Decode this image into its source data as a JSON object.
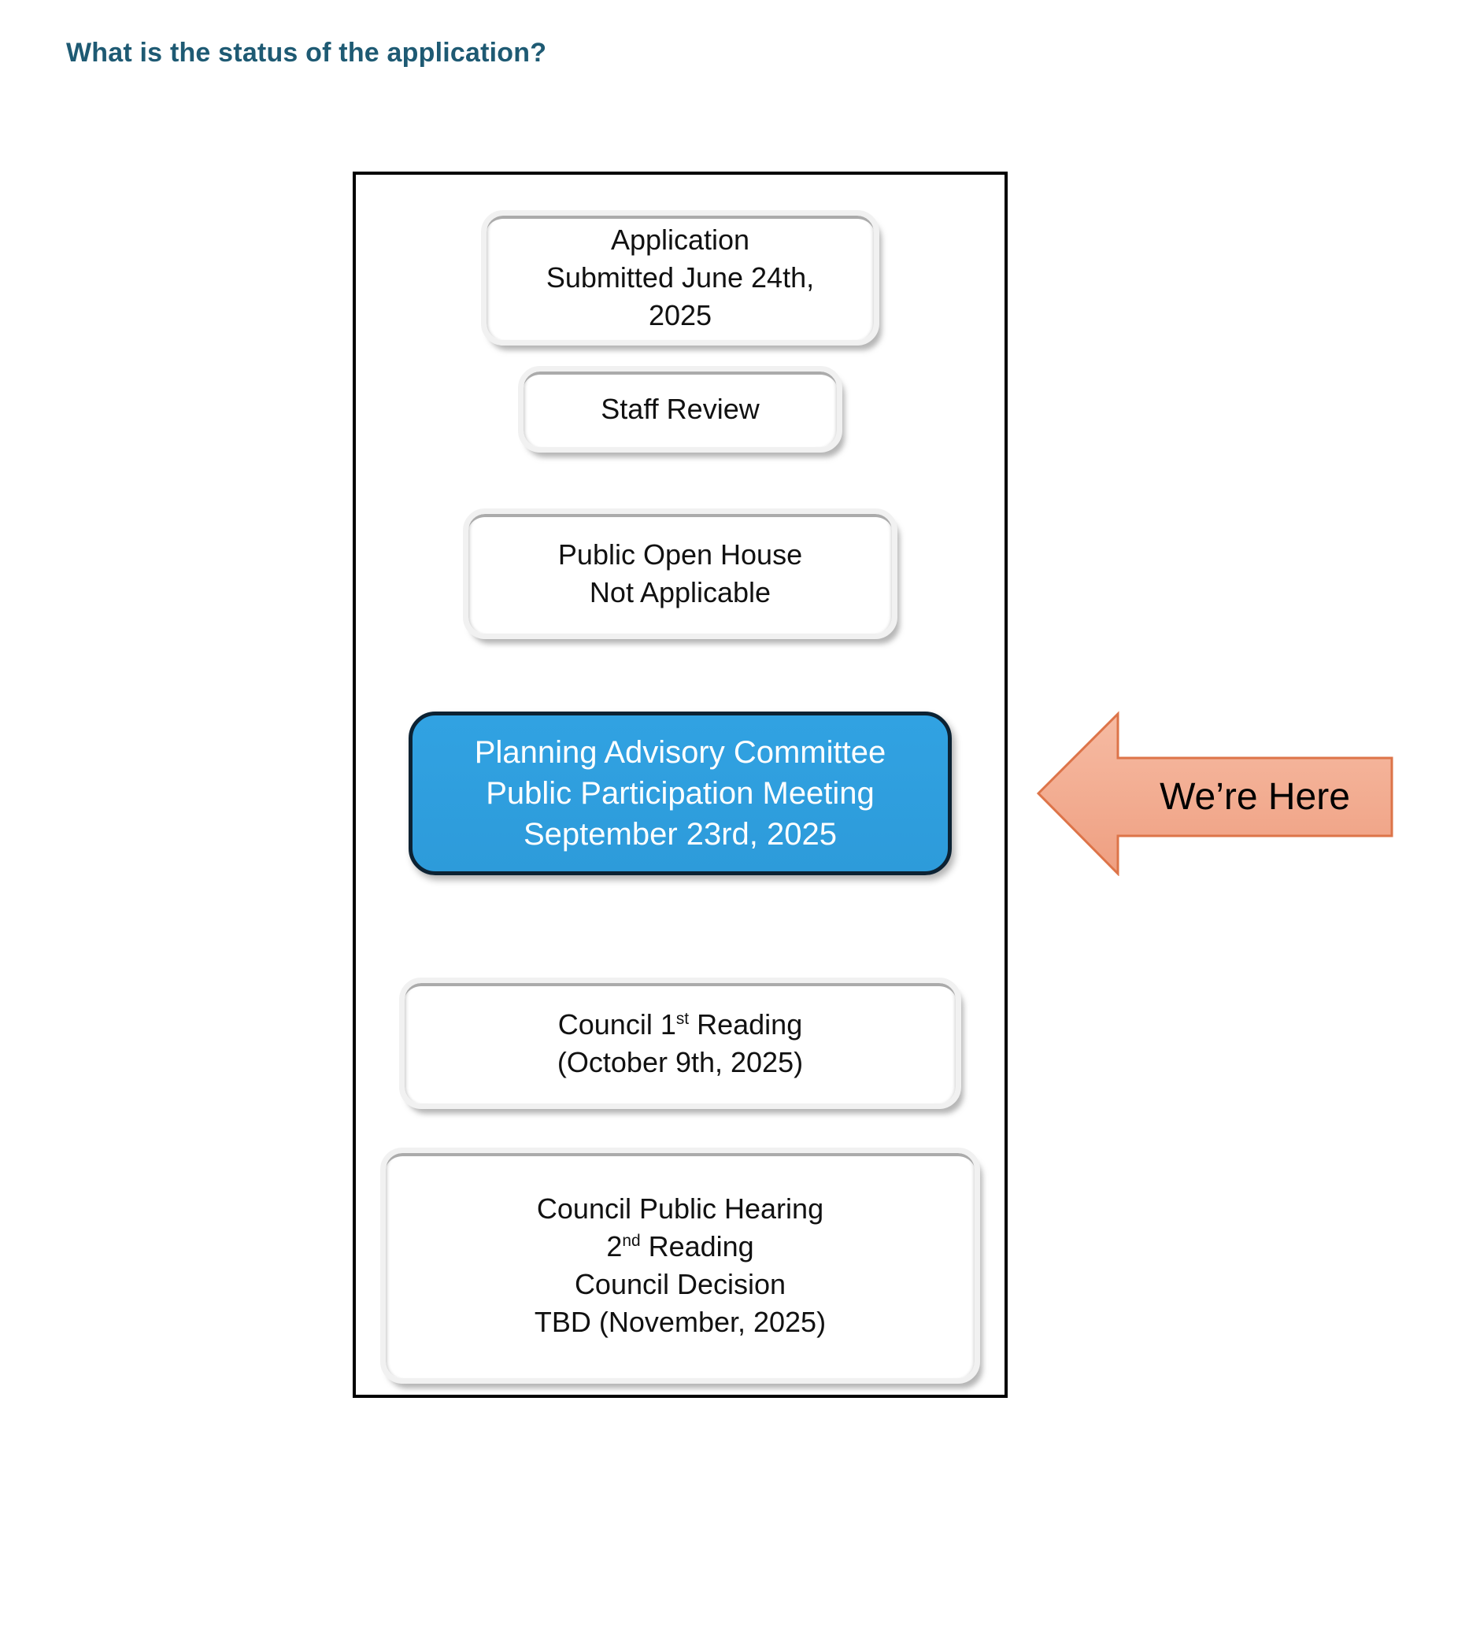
{
  "page": {
    "title": "What is the status of the application?"
  },
  "flowchart": {
    "stages": [
      {
        "name": "application-submitted",
        "line1": "Application",
        "line2": "Submitted June 24th,",
        "line3": "2025"
      },
      {
        "name": "staff-review",
        "line1": "Staff Review"
      },
      {
        "name": "public-open-house",
        "line1": "Public Open House",
        "line2": "Not Applicable"
      },
      {
        "name": "pac-public-participation-meeting",
        "highlight": true,
        "line1": "Planning Advisory Committee",
        "line2": "Public Participation Meeting",
        "line3": "September 23rd, 2025"
      },
      {
        "name": "council-first-reading",
        "line1_pre": "Council 1",
        "line1_sup": "st",
        "line1_post": " Reading",
        "line2": "(October 9th, 2025)"
      },
      {
        "name": "council-public-hearing",
        "line1": "Council Public Hearing",
        "line2_pre": "2",
        "line2_sup": "nd",
        "line2_post": " Reading",
        "line3": "Council Decision",
        "line4": "TBD (November, 2025)"
      }
    ]
  },
  "annotation": {
    "label": "We’re Here"
  },
  "colors": {
    "title": "#1E5A73",
    "highlight_fill": "#31A2E2",
    "highlight_border": "#0C2233",
    "arrow_fill_top": "#F6BBA3",
    "arrow_fill_bottom": "#EF9F81",
    "arrow_border": "#DD7449"
  }
}
